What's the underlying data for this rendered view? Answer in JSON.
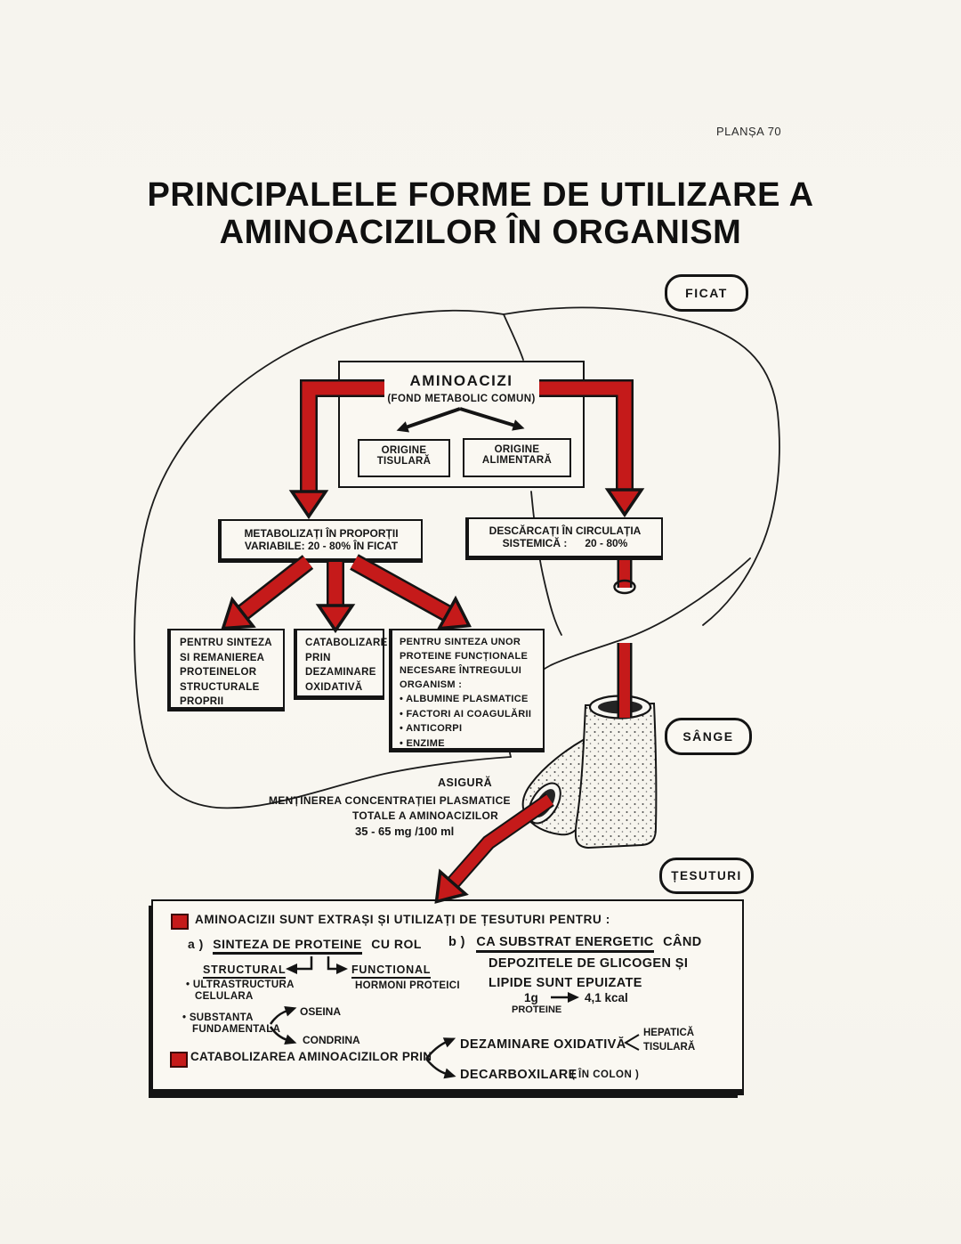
{
  "page": {
    "plansa": "PLANȘA 70",
    "title_line1": "PRINCIPALELE FORME DE UTILIZARE A",
    "title_line2": "AMINOACIZILOR ÎN ORGANISM"
  },
  "labels": {
    "ficat": "FICAT",
    "sange": "SÂNGE",
    "tesuturi": "ȚESUTURI"
  },
  "aminoacizi": {
    "title": "AMINOACIZI",
    "subtitle": "(FOND METABOLIC COMUN)",
    "origine_tisulara": {
      "line1": "ORIGINE",
      "line2": "TISULARĂ"
    },
    "origine_alimentara": {
      "line1": "ORIGINE",
      "line2": "ALIMENTARĂ"
    }
  },
  "metabolizati": {
    "line1": "METABOLIZAȚI ÎN PROPORȚII",
    "line2": "VARIABILE: 20 - 80% ÎN FICAT"
  },
  "descarcati": {
    "line1": "DESCĂRCAȚI ÎN CIRCULAȚIA",
    "line2": "SISTEMICĂ :      20 - 80%"
  },
  "sinteza_structurale": {
    "lines": [
      "PENTRU SINTEZA",
      "SI REMANIEREA",
      "PROTEINELOR",
      "STRUCTURALE",
      "PROPRII"
    ]
  },
  "catabolizare_box": {
    "lines": [
      "CATABOLIZARE",
      "PRIN",
      "DEZAMINARE",
      "OXIDATIVĂ"
    ]
  },
  "sinteza_functionale": {
    "lines": [
      "PENTRU SINTEZA UNOR",
      "PROTEINE FUNCȚIONALE",
      "NECESARE ÎNTREGULUI",
      "ORGANISM :"
    ],
    "bullets": [
      "• ALBUMINE PLASMATICE",
      "• FACTORI AI COAGULĂRII",
      "• ANTICORPI",
      "• ENZIME"
    ]
  },
  "asigura": {
    "line1": "ASIGURĂ",
    "line2": "MENȚINEREA CONCENTRAȚIEI PLASMATICE",
    "line3": "TOTALE A AMINOACIZILOR",
    "line4": "35 - 65 mg /100 ml"
  },
  "tesuturi_box": {
    "header": "AMINOACIZII SUNT EXTRAȘI ȘI UTILIZAȚI DE ȚESUTURI PENTRU :",
    "a": {
      "label": "a )",
      "underlined": "SINTEZA DE PROTEINE",
      "rest": "CU ROL",
      "structural": "STRUCTURAL",
      "functional": "FUNCTIONAL",
      "ultrastructura_line1": "• ULTRASTRUCTURA",
      "ultrastructura_line2": "CELULARA",
      "hormoni": "HORMONI PROTEICI",
      "substanta_line1": "• SUBSTANTA",
      "substanta_line2": "FUNDAMENTALA",
      "oseina": "OSEINA",
      "condrina": "CONDRINA"
    },
    "b": {
      "label": "b )",
      "underlined": "CA SUBSTRAT ENERGETIC",
      "rest": "CÂND",
      "line2": "DEPOZITELE DE GLICOGEN ȘI",
      "line3": "LIPIDE SUNT EPUIZATE",
      "energy_from": "1g",
      "energy_sub": "PROTEINE",
      "energy_to": "4,1 kcal"
    },
    "catabolizarea": {
      "text": "CATABOLIZAREA AMINOACIZILOR PRIN",
      "dezaminare": "DEZAMINARE OXIDATIVĂ",
      "hepatica": "HEPATICĂ",
      "tisulara": "TISULARĂ",
      "decarboxilare": "DECARBOXILARE",
      "in_colon": "( ÎN COLON )"
    }
  },
  "colors": {
    "red": "#c51a1a",
    "ink": "#141414",
    "paper": "#f7f5ef"
  }
}
